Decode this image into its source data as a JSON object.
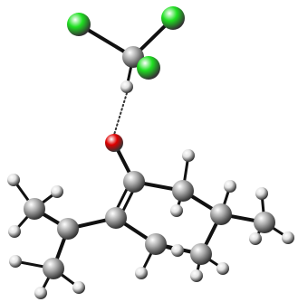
{
  "colors": {
    "background": "#ffffff",
    "bond": "#111111",
    "hbond": "#333333"
  },
  "elements": {
    "C": {
      "name": "carbon",
      "color": "#a9a9a9"
    },
    "H": {
      "name": "hydrogen",
      "color": "#e2e2e2"
    },
    "O": {
      "name": "oxygen",
      "color": "#e00000"
    },
    "Cl": {
      "name": "chlorine",
      "color": "#1fe021"
    }
  },
  "hbond_label": "",
  "atom_count": 30
}
